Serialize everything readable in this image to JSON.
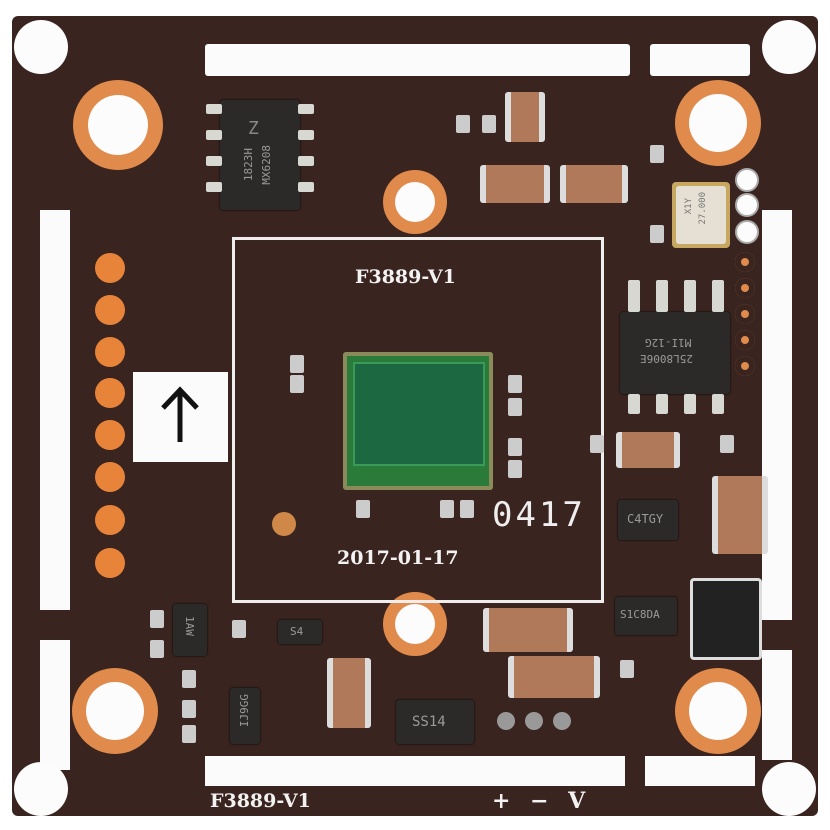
{
  "board": {
    "colors": {
      "pcb": "#3a241f",
      "copper_ring": "#e08a4c",
      "pad": "#e8843a",
      "silkscreen": "#f2f2f2",
      "sensor": "#1f7a3a"
    },
    "silk_top_model": "F3889-V1",
    "silk_date": "2017-01-17",
    "silk_code": "0417",
    "silk_bottom_model": "F3889-V1",
    "power_labels": "+ − V",
    "arrow_icon": "arrow-up-icon"
  },
  "chips": {
    "u1_brand": "Z",
    "u1_line1": "MX6208",
    "u1_line2": "1823H",
    "flash_line1": "25L8006E",
    "flash_line2": "M1I-12G",
    "crystal_line1": "27.000",
    "crystal_line2": "X1Y",
    "reg1": "C4TGY",
    "reg2": "S1C8DA",
    "diode_large": "SS14",
    "diode_small": "S4",
    "sot_left": "1AW",
    "sot6": "IJ9GG"
  }
}
